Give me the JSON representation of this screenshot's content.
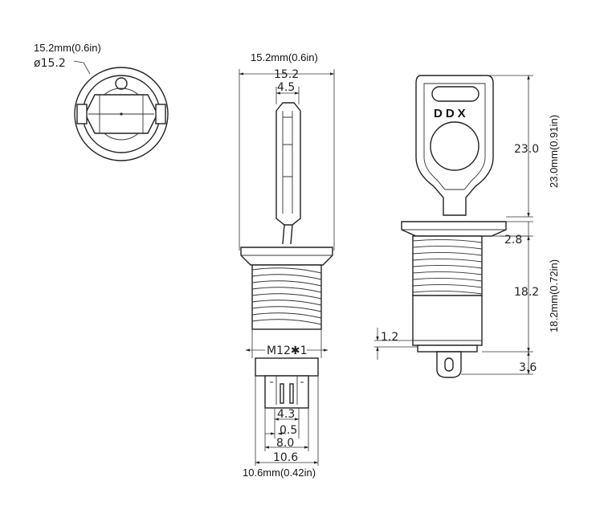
{
  "top_view": {
    "size_label": "15.2mm(0.6in)",
    "diameter_label": "ø15.2"
  },
  "front_view": {
    "width_label": "15.2mm(0.6in)",
    "dim_15_2": "15.2",
    "dim_4_5": "4.5",
    "thread_label": "M12✱1",
    "dim_4_3": "4.3",
    "dim_0_5": "0.5",
    "dim_8_0": "8.0",
    "dim_10_6": "10.6",
    "bottom_label": "10.6mm(0.42in)"
  },
  "side_view": {
    "key_logo": "DDX",
    "dim_23_0": "23.0",
    "label_23_0": "23.0mm(0.91in)",
    "dim_2_8": "2.8",
    "dim_18_2": "18.2",
    "label_18_2": "18.2mm(0.72in)",
    "dim_1_2": "1.2",
    "dim_3_6": "3.6"
  },
  "colors": {
    "line": "#222222",
    "background": "#ffffff"
  }
}
